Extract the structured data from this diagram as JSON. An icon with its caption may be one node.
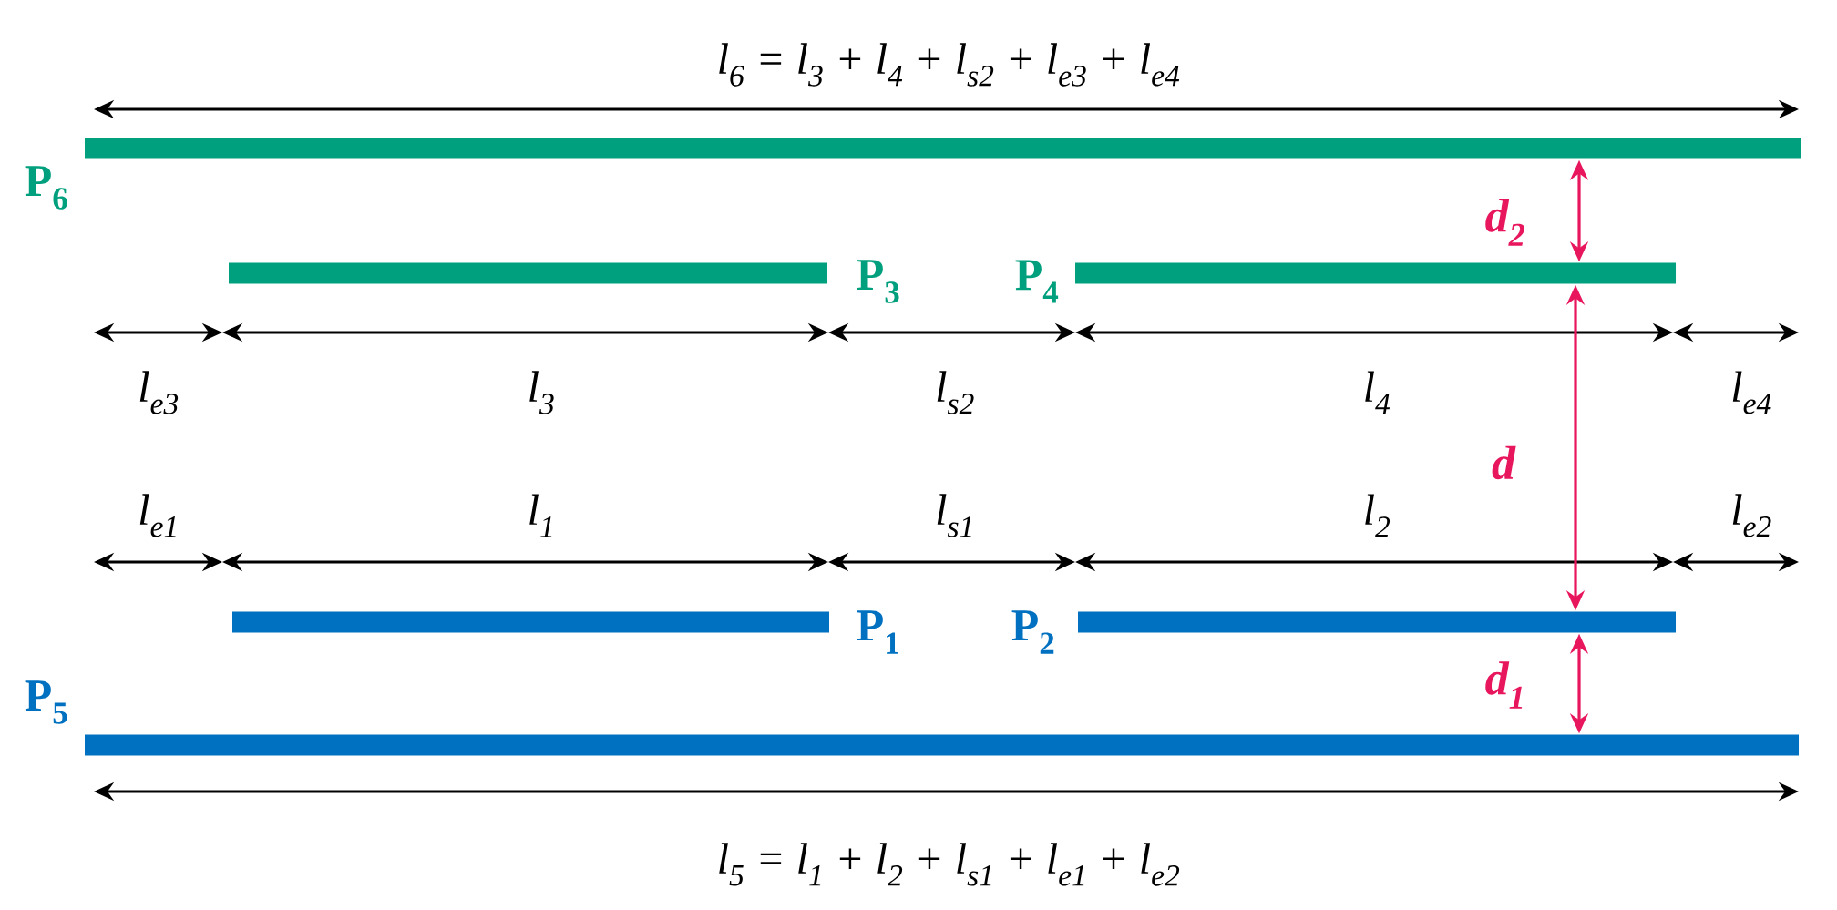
{
  "diagram": {
    "nodes": [
      {
        "text": [
          "P$_{6}$"
        ]
      },
      {
        "text": [
          "P$_{3}$"
        ]
      },
      {
        "text": [
          "P$_{4}$"
        ]
      },
      {
        "text": [
          "P$_{1}$"
        ]
      },
      {
        "text": [
          "P$_{2}$"
        ]
      },
      {
        "text": [
          "P$_{5}$"
        ]
      }
    ],
    "edges": [
      {
        "from": 0,
        "to": 2,
        "arrow": "both",
        "label": "d$_{2}$"
      },
      {
        "from": 2,
        "to": 4,
        "arrow": "both",
        "label": "d"
      },
      {
        "from": 4,
        "to": 5,
        "arrow": "both",
        "label": "d$_{1}$"
      }
    ],
    "labels": [
      "l$_{6}$ = l$_{3}$ + l$_{4}$ + l$_{s2}$ + l$_{e3}$ + l$_{e4}$",
      "l$_{e3}$",
      "l$_{3}$",
      "l$_{s2}$",
      "l$_{4}$",
      "l$_{e4}$",
      "l$_{e1}$",
      "l$_{1}$",
      "l$_{s1}$",
      "l$_{2}$",
      "l$_{e2}$",
      "l$_{5}$ = l$_{1}$ + l$_{2}$ + l$_{s1}$ + l$_{e1}$ + l$_{e2}$"
    ]
  }
}
